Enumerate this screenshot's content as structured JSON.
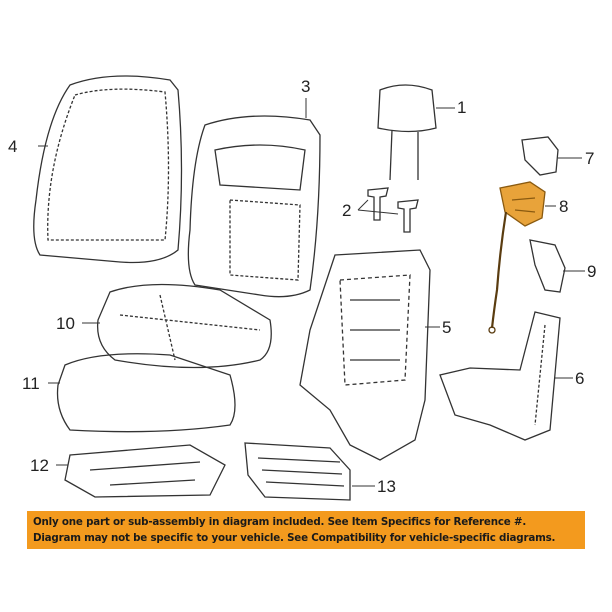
{
  "diagram": {
    "callouts": [
      "1",
      "2",
      "3",
      "4",
      "5",
      "6",
      "7",
      "8",
      "9",
      "10",
      "11",
      "12",
      "13"
    ],
    "highlighted_part": "8",
    "highlight_color": "#e8a33a"
  },
  "banner": {
    "line1": "Only one part or sub-assembly in diagram included. See Item Specifics for Reference #.",
    "line2": "Diagram may not be specific to your vehicle. See Compatibility for vehicle-specific diagrams.",
    "color": "#f39a1e"
  }
}
